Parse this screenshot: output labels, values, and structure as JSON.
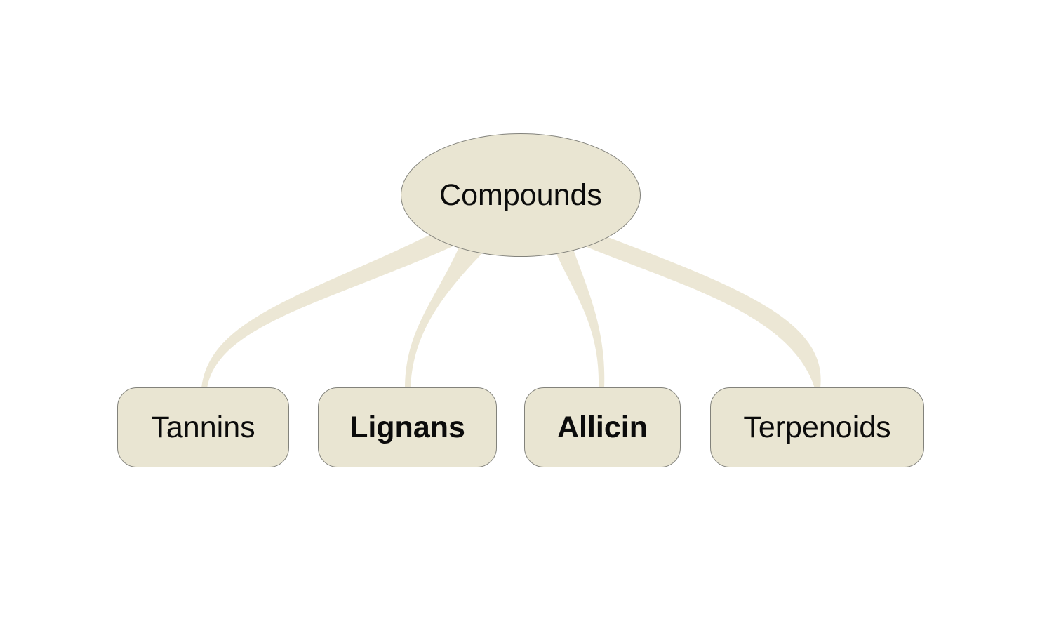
{
  "diagram": {
    "type": "mindmap",
    "background": "#ffffff",
    "root": {
      "id": "compounds",
      "label": "Compounds",
      "shape": "ellipse",
      "bold": false
    },
    "children": [
      {
        "id": "tannins",
        "label": "Tannins",
        "shape": "rounded-rect",
        "bold": false
      },
      {
        "id": "lignans",
        "label": "Lignans",
        "shape": "rounded-rect",
        "bold": true
      },
      {
        "id": "allicin",
        "label": "Allicin",
        "shape": "rounded-rect",
        "bold": true
      },
      {
        "id": "terpenoids",
        "label": "Terpenoids",
        "shape": "rounded-rect",
        "bold": false
      }
    ],
    "edges": [
      {
        "from": "compounds",
        "to": "tannins"
      },
      {
        "from": "compounds",
        "to": "lignans"
      },
      {
        "from": "compounds",
        "to": "allicin"
      },
      {
        "from": "compounds",
        "to": "terpenoids"
      }
    ],
    "colors": {
      "node_fill": "#e9e5d2",
      "node_border": "#82827b",
      "edge_fill": "#ece7d5",
      "text": "#0b0b0b"
    }
  }
}
